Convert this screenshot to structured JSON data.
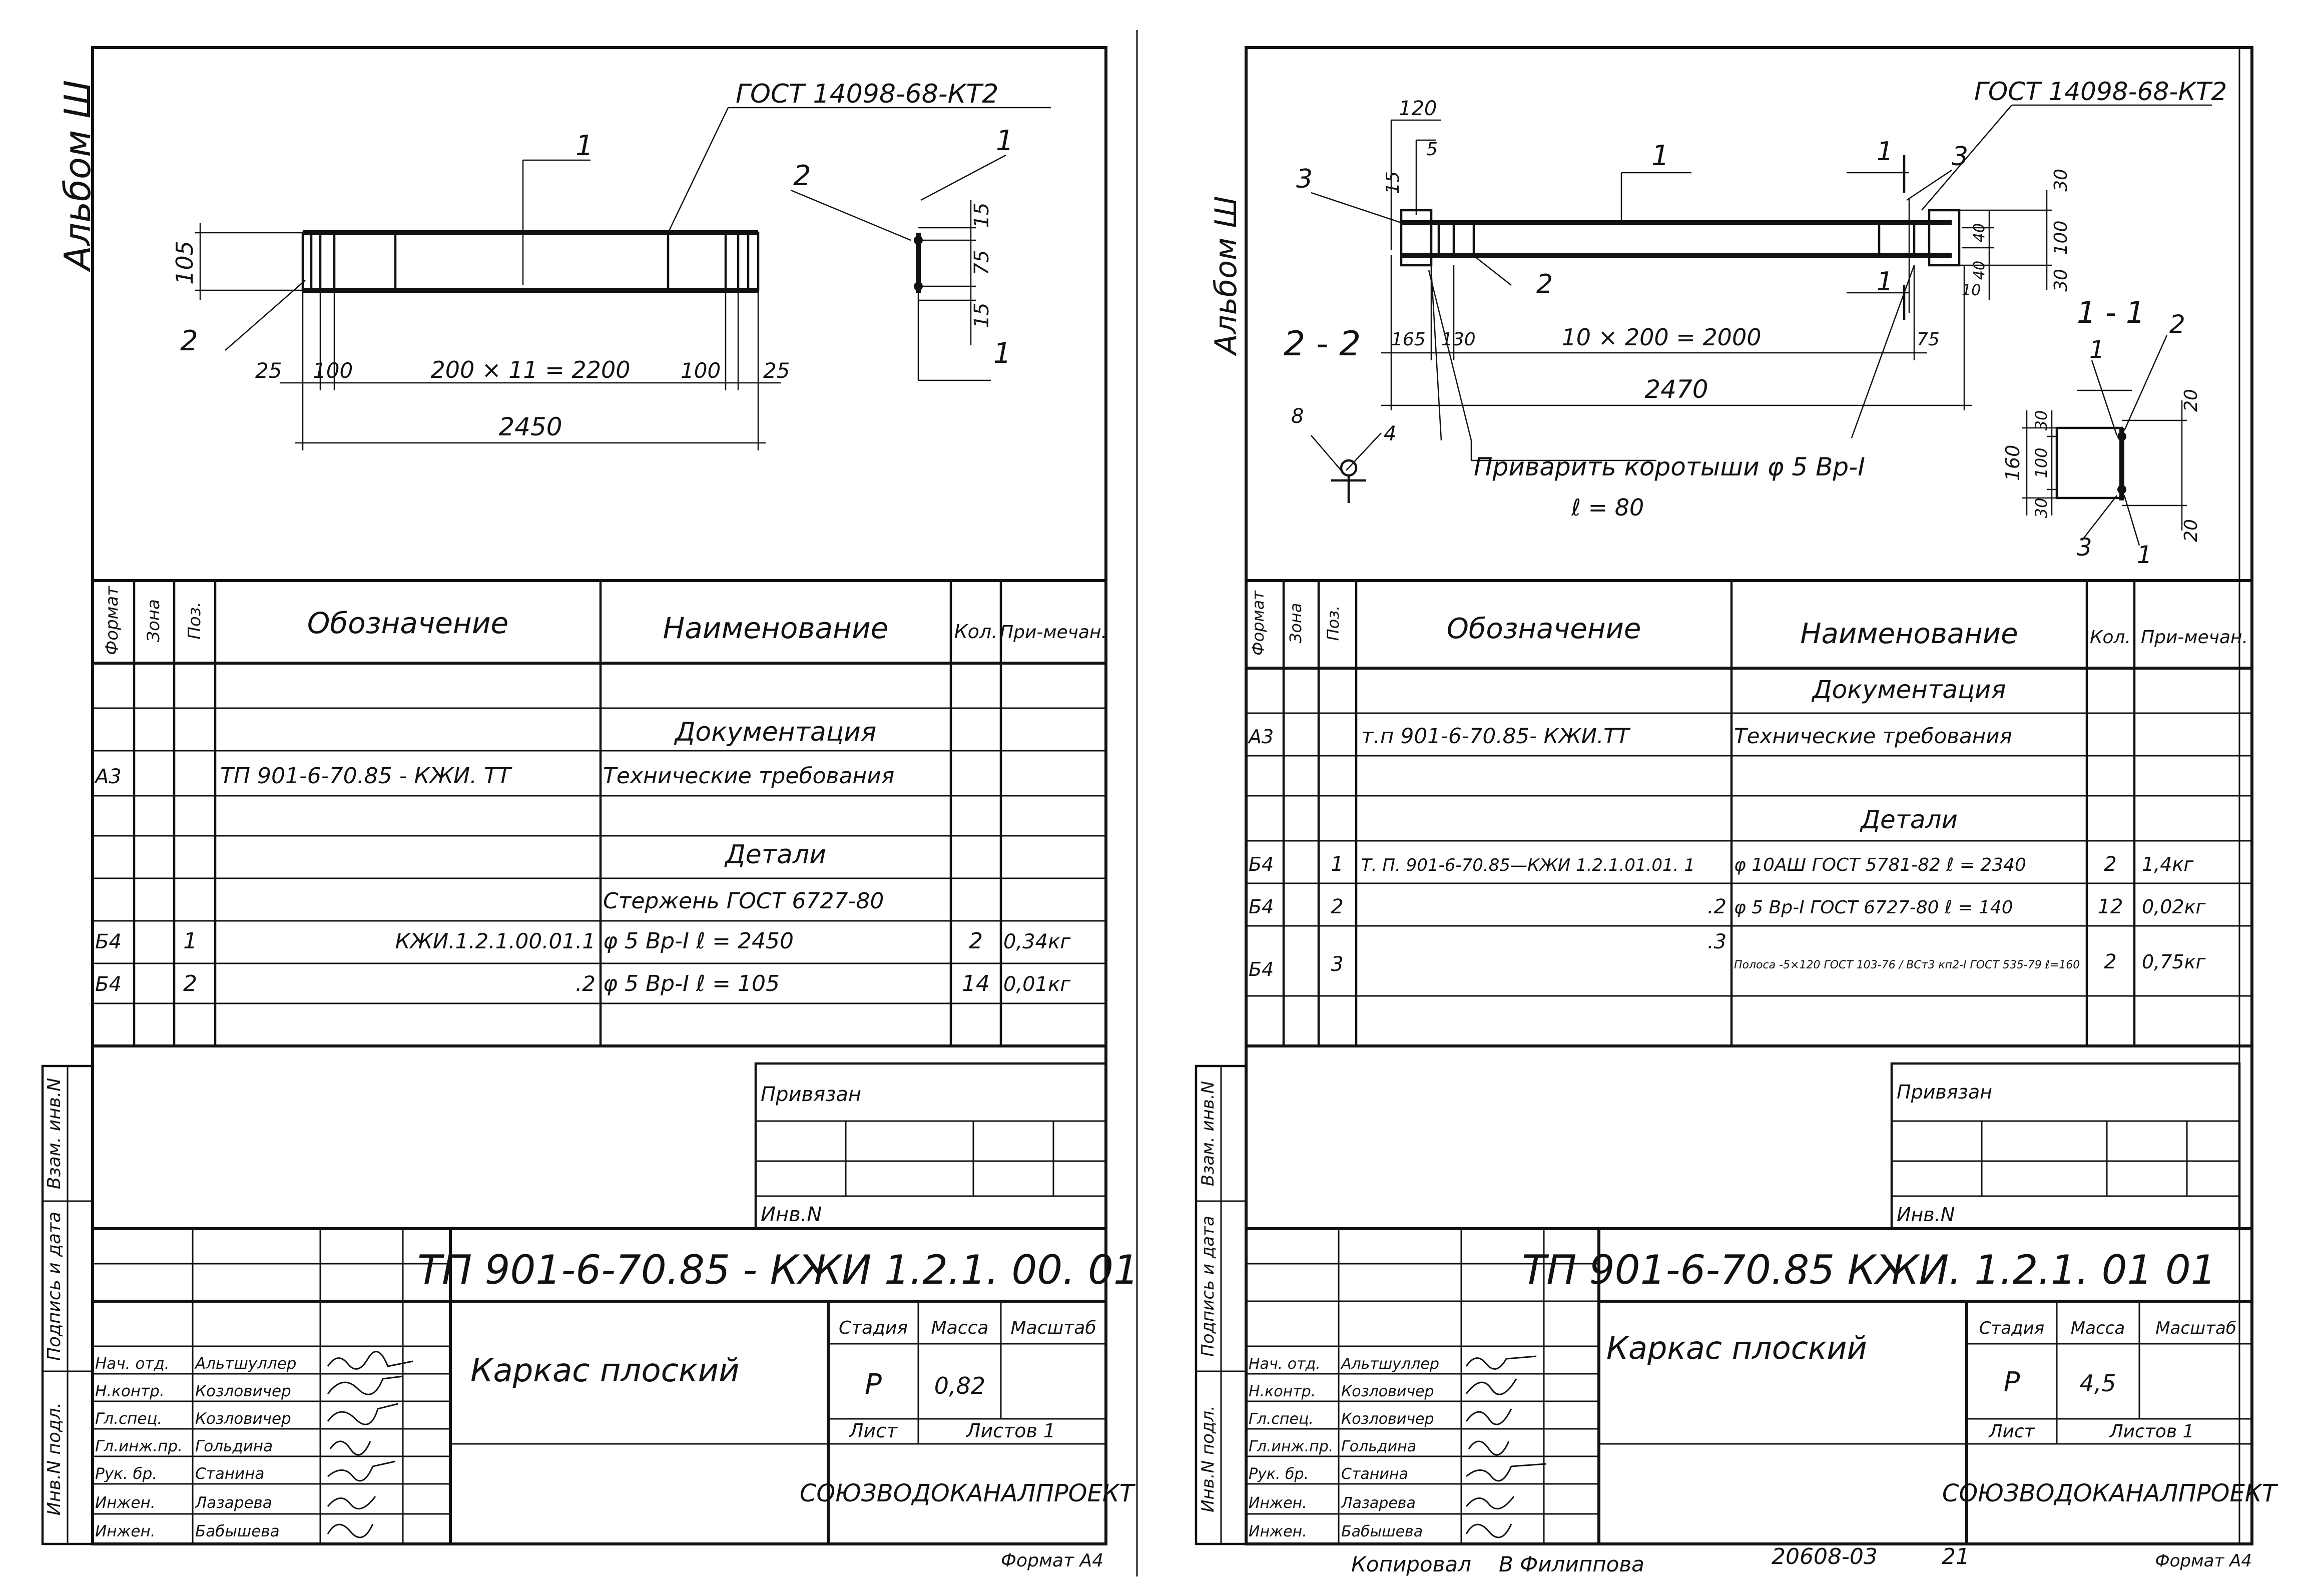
{
  "left": {
    "album": "Альбом Ш",
    "drawing": {
      "gost": "ГОСТ 14098-68-КТ2",
      "pos1": "1",
      "pos2": "2",
      "pos1b": "1",
      "pos2b": "2",
      "pos1c": "1",
      "d105": "105",
      "d15a": "15",
      "d75": "75",
      "d15b": "15",
      "d25a": "25",
      "d100a": "100",
      "dmid": "200 × 11 = 2200",
      "d100b": "100",
      "d25b": "25",
      "dtotal": "2450"
    },
    "spec_header": {
      "format": "Формат",
      "zone": "Зона",
      "pos": "Поз.",
      "designation": "Обозначение",
      "name": "Наименование",
      "qty": "Кол.",
      "note": "При-мечан."
    },
    "spec_rows": [
      {
        "format": "",
        "pos": "",
        "designation": "",
        "name": "Документация",
        "qty": "",
        "note": ""
      },
      {
        "format": "А3",
        "pos": "",
        "designation": "ТП 901-6-70.85 - КЖИ. ТТ",
        "name": "Технические требования",
        "qty": "",
        "note": ""
      },
      {
        "format": "",
        "pos": "",
        "designation": "",
        "name": "Детали",
        "qty": "",
        "note": ""
      },
      {
        "format": "",
        "pos": "",
        "designation": "",
        "name": "Стержень ГОСТ 6727-80",
        "qty": "",
        "note": ""
      },
      {
        "format": "Б4",
        "pos": "1",
        "designation": "КЖИ.1.2.1.00.01.1",
        "name": "φ 5 Вр-I   ℓ = 2450",
        "qty": "2",
        "note": "0,34кг"
      },
      {
        "format": "Б4",
        "pos": "2",
        "designation": ".2",
        "name": "φ 5 Вр-I   ℓ = 105",
        "qty": "14",
        "note": "0,01кг"
      }
    ],
    "side_labels": [
      "Инв.N подл.",
      "Подпись и дата",
      "Взам. инв.N"
    ],
    "privyazan": "Привязан",
    "inv_n": "Инв.N",
    "doc_code": "ТП 901-6-70.85 - КЖИ 1.2.1. 00. 01",
    "title": "Каркас плоский",
    "stage_label": "Стадия",
    "mass_label": "Масса",
    "scale_label": "Масштаб",
    "stage": "Р",
    "mass": "0,82",
    "sheet_label": "Лист",
    "sheets_label": "Листов 1",
    "org": "СОЮЗВОДОКАНАЛПРОЕКТ",
    "signers": [
      {
        "role": "Нач. отд.",
        "name": "Альтшуллер"
      },
      {
        "role": "Н.контр.",
        "name": "Козловичер"
      },
      {
        "role": "Гл.спец.",
        "name": "Козловичер"
      },
      {
        "role": "Гл.инж.пр.",
        "name": "Гольдина"
      },
      {
        "role": "Рук. бр.",
        "name": "Станина"
      },
      {
        "role": "Инжен.",
        "name": "Лазарева"
      },
      {
        "role": "Инжен.",
        "name": "Бабышева"
      }
    ],
    "format_note": "Формат А4"
  },
  "right": {
    "album": "Альбом Ш",
    "drawing": {
      "gost": "ГОСТ 14098-68-КТ2",
      "d120": "120",
      "d5": "5",
      "d15": "15",
      "pos3a": "3",
      "pos1a": "1",
      "pos1b": "1",
      "pos3b": "3",
      "pos2": "2",
      "pos1c": "1",
      "d30a": "30",
      "d100": "100",
      "d40a": "40",
      "d40b": "40",
      "d30b": "30",
      "d10": "10",
      "sec22": "2 - 2",
      "d165": "165",
      "d130": "130",
      "dmid": "10 × 200 = 2000",
      "d75": "75",
      "dtotal": "2470",
      "sec11": "1 - 1",
      "weld_note": "Приварить коротыши φ 5 Вр-I",
      "weld_len": "ℓ = 80",
      "d8": "8",
      "d4": "4",
      "s_pos1": "1",
      "s_pos2": "2",
      "s_pos3": "3",
      "s_pos1b": "1",
      "s_d20a": "20",
      "s_d30a": "30",
      "s_d160": "160",
      "s_d100": "100",
      "s_d30b": "30",
      "s_d20b": "20"
    },
    "spec_header": {
      "format": "Формат",
      "zone": "Зона",
      "pos": "Поз.",
      "designation": "Обозначение",
      "name": "Наименование",
      "qty": "Кол.",
      "note": "При-мечан."
    },
    "spec_rows": [
      {
        "format": "",
        "pos": "",
        "designation": "",
        "name": "Документация",
        "qty": "",
        "note": ""
      },
      {
        "format": "А3",
        "pos": "",
        "designation": "т.п 901-6-70.85- КЖИ.ТТ",
        "name": "Технические требования",
        "qty": "",
        "note": ""
      },
      {
        "format": "",
        "pos": "",
        "designation": "",
        "name": "Детали",
        "qty": "",
        "note": ""
      },
      {
        "format": "Б4",
        "pos": "1",
        "designation": "Т. П. 901-6-70.85—КЖИ 1.2.1.01.01. 1",
        "name": "φ 10АШ ГОСТ 5781-82 ℓ = 2340",
        "qty": "2",
        "note": "1,4кг"
      },
      {
        "format": "Б4",
        "pos": "2",
        "designation": ".2",
        "name": "φ 5 Вр-I ГОСТ 6727-80 ℓ = 140",
        "qty": "12",
        "note": "0,02кг"
      },
      {
        "format": "Б4",
        "pos": "3",
        "designation": ".3",
        "name": "Полоса -5×120 ГОСТ 103-76 / ВСт3 кп2-I ГОСТ 535-79 ℓ=160",
        "qty": "2",
        "note": "0,75кг"
      }
    ],
    "side_labels": [
      "Инв.N подл.",
      "Подпись и дата",
      "Взам. инв.N"
    ],
    "privyazan": "Привязан",
    "inv_n": "Инв.N",
    "doc_code": "ТП 901-6-70.85 КЖИ. 1.2.1. 01 01",
    "title": "Каркас плоский",
    "stage_label": "Стадия",
    "mass_label": "Масса",
    "scale_label": "Масштаб",
    "stage": "Р",
    "mass": "4,5",
    "sheet_label": "Лист",
    "sheets_label": "Листов 1",
    "org": "СОЮЗВОДОКАНАЛПРОЕКТ",
    "signers": [
      {
        "role": "Нач. отд.",
        "name": "Альтшуллер"
      },
      {
        "role": "Н.контр.",
        "name": "Козловичер"
      },
      {
        "role": "Гл.спец.",
        "name": "Козловичер"
      },
      {
        "role": "Гл.инж.пр.",
        "name": "Гольдина"
      },
      {
        "role": "Рук. бр.",
        "name": "Станина"
      },
      {
        "role": "Инжен.",
        "name": "Лазарева"
      },
      {
        "role": "Инжен.",
        "name": "Бабышева"
      }
    ],
    "format_note": "Формат А4"
  },
  "footer": {
    "copied": "Копировал",
    "copier": "В Филиппова",
    "number": "20608-03",
    "page": "21"
  }
}
